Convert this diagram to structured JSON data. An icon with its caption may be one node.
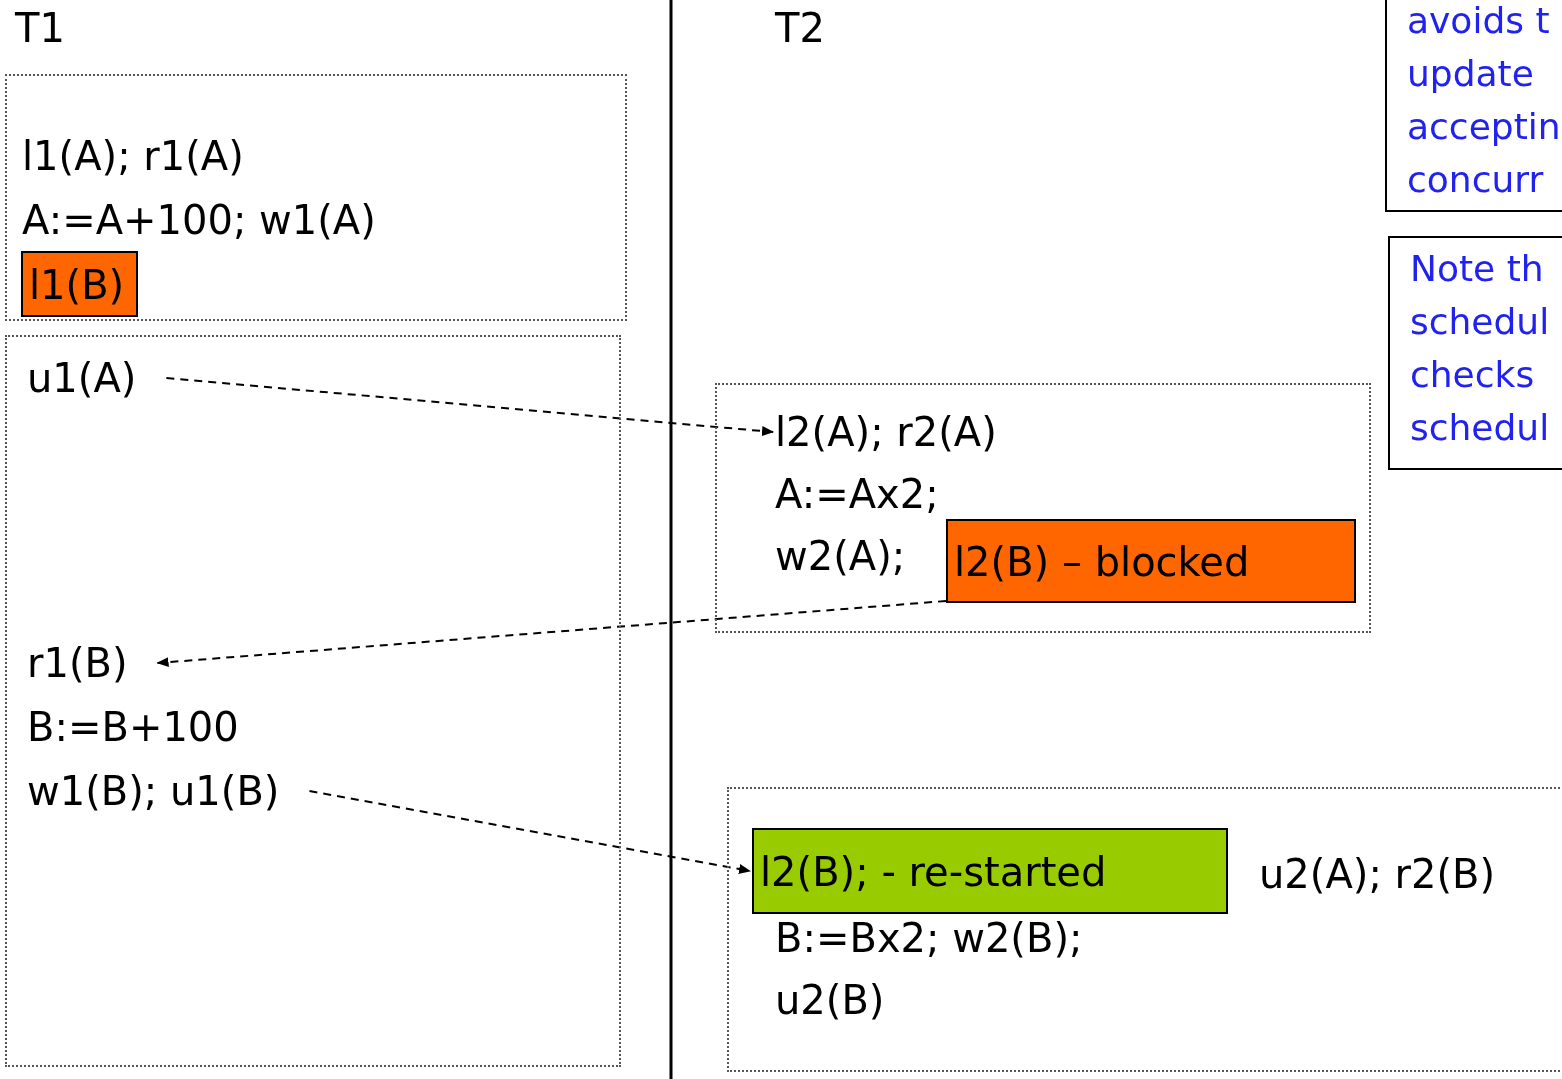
{
  "diagram": {
    "nodes": [
      {
        "text": [],
        "shape": "box"
      },
      {
        "text": [
          "l1(A); r1(A)",
          "A:=A+100; w1(A)"
        ],
        "in": 0
      },
      {
        "text": [
          "l1(B)"
        ],
        "in": 0
      },
      {
        "text": [],
        "shape": "box"
      },
      {
        "text": [
          "u1(A)"
        ],
        "in": 3
      },
      {
        "text": [
          "r1(B)",
          "B:=B+100",
          "w1(B); u1(B)"
        ],
        "in": 3
      },
      {
        "text": [],
        "shape": "box"
      },
      {
        "text": [
          "l2(A); r2(A)",
          "A:=Ax2;",
          "w2(A);"
        ],
        "in": 6
      },
      {
        "text": [
          "l2(B) – blocked"
        ],
        "in": 6
      },
      {
        "text": [],
        "shape": "box"
      },
      {
        "text": [
          "l2(B); - re-started"
        ],
        "in": 9
      },
      {
        "text": [
          "u2(A); r2(B)"
        ],
        "in": 9
      },
      {
        "text": [
          "B:=Bx2; w2(B);",
          "u2(B)"
        ],
        "in": 9
      },
      {
        "text": [
          "avoids t",
          "update",
          "acceptin",
          "concurr"
        ]
      },
      {
        "text": [
          "Note th",
          "schedul",
          "checks",
          "schedul"
        ]
      }
    ],
    "edges": [
      {
        "from": 4,
        "to": 7,
        "arrow": "to",
        "style": "dashed"
      },
      {
        "from": 8,
        "to": 5,
        "arrow": "to",
        "style": "dashed"
      },
      {
        "from": 5,
        "to": 10,
        "arrow": "to",
        "style": "dashed"
      }
    ],
    "labels": [
      "T1",
      "T2"
    ]
  }
}
